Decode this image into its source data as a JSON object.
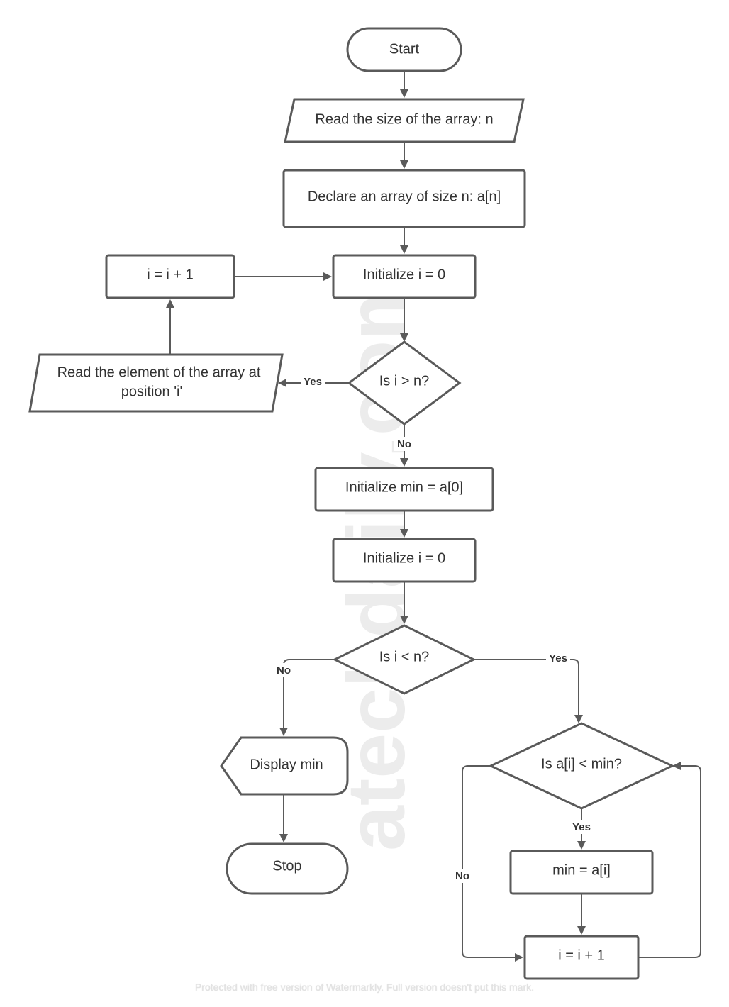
{
  "nodes": {
    "start": "Start",
    "read_size": "Read the size of the array: n",
    "declare_array": "Declare an array of size n: a[n]",
    "increment_i_top": "i = i + 1",
    "init_i_first": "Initialize i = 0",
    "read_element_line1": "Read the element of the array at",
    "read_element_line2": "position 'i'",
    "check_i_gt_n": "Is i > n?",
    "init_min": "Initialize min = a[0]",
    "init_i_second": "Initialize i = 0",
    "check_i_lt_n": "Is i < n?",
    "display_min": "Display min",
    "stop": "Stop",
    "check_ai_lt_min": "Is a[i] < min?",
    "assign_min": "min = a[i]",
    "increment_i_bottom": "i = i + 1"
  },
  "edge_labels": {
    "gt_yes": "Yes",
    "gt_no": "No",
    "lt_no": "No",
    "lt_yes": "Yes",
    "ai_yes": "Yes",
    "ai_no": "No"
  },
  "watermark": {
    "text": "atechdaily.com",
    "footer": "Protected with free version of Watermarkly. Full version doesn't put this mark."
  },
  "colors": {
    "stroke": "#5a5a5a",
    "text": "#333333",
    "background": "#ffffff",
    "watermark": "#ececec"
  }
}
